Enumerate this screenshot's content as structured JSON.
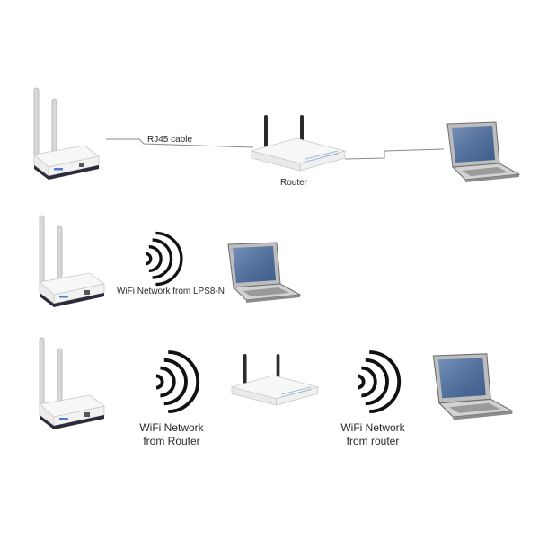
{
  "rows": [
    {
      "cable_label": "RJ45 cable",
      "router_label": "Router"
    },
    {
      "wifi_label": "WiFi Network from LPS8-N"
    },
    {
      "wifi1_label_line1": "WiFi Network",
      "wifi1_label_line2": "from Router",
      "wifi2_label_line1": "WiFi Network",
      "wifi2_label_line2": "from router"
    }
  ],
  "icons": [
    "gateway-icon",
    "router-icon",
    "laptop-icon",
    "wifi-signal-icon"
  ],
  "colors": {
    "line": "#8a8a8a",
    "device_body": "#f4f4f4",
    "device_base": "#2b2b3a",
    "antenna": "#cfcfcf",
    "laptop_screen": "#4a6fa5",
    "wifi": "#111111",
    "text": "#2a2a2a"
  }
}
